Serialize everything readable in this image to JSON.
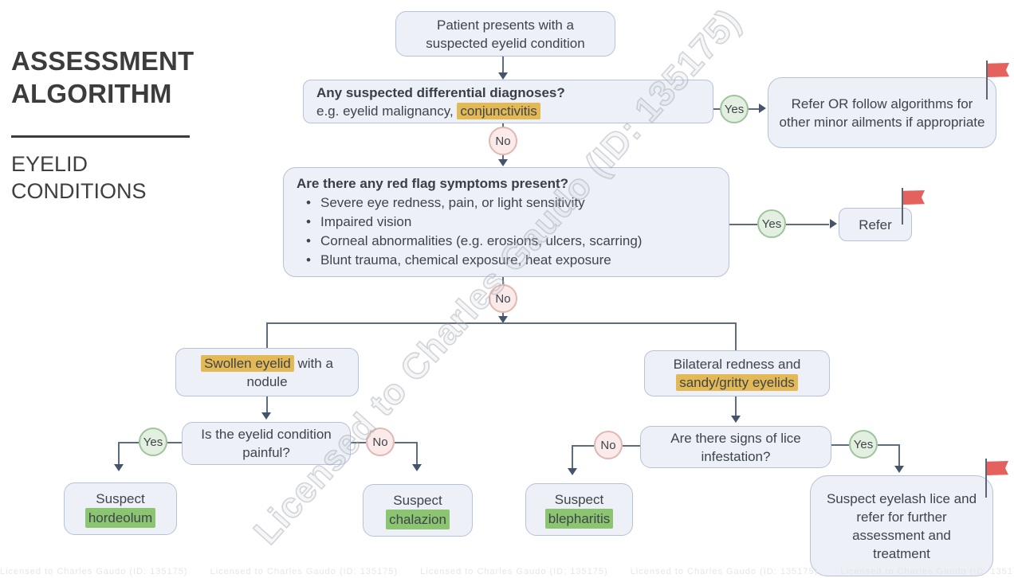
{
  "title": {
    "heading_line1": "ASSESSMENT",
    "heading_line2": "ALGORITHM",
    "subtitle_line1": "EYELID",
    "subtitle_line2": "CONDITIONS"
  },
  "watermark": {
    "text": "Licensed to Charles Gaudo (ID: 135175)"
  },
  "labels": {
    "yes": "Yes",
    "no": "No"
  },
  "colors": {
    "node_fill": "#edf0f6",
    "node_border": "#b6c2d9",
    "yes_fill": "#e3efe0",
    "yes_border": "#9dc49a",
    "no_fill": "#faeaea",
    "no_border": "#e2b6b2",
    "gold_highlight": "#e2b955",
    "green_highlight": "#8cc571",
    "flag_red": "#e4615d",
    "line": "#5e6d7d",
    "text": "#3f444b"
  },
  "nodes": {
    "start": {
      "text": "Patient presents with a suspected eyelid condition"
    },
    "differential": {
      "question": "Any suspected differential diagnoses?",
      "example_prefix": "e.g. eyelid malignancy, ",
      "example_highlight": "conjunctivitis"
    },
    "refer_or_follow": {
      "text": "Refer OR follow algorithms for other minor ailments if appropriate"
    },
    "red_flags": {
      "question": "Are there any red flag symptoms present?",
      "bullets": [
        "Severe eye redness, pain, or light sensitivity",
        "Impaired vision",
        "Corneal abnormalities (e.g. erosions, ulcers, scarring)",
        "Blunt trauma, chemical exposure, heat exposure"
      ]
    },
    "refer": {
      "text": "Refer"
    },
    "swollen_nodule": {
      "highlight": "Swollen eyelid",
      "rest": " with a nodule"
    },
    "painful": {
      "text": "Is the eyelid condition painful?"
    },
    "hordeolum": {
      "prefix": "Suspect",
      "highlight": "hordeolum"
    },
    "chalazion": {
      "prefix": "Suspect",
      "highlight": "chalazion"
    },
    "bilateral": {
      "prefix": "Bilateral redness and ",
      "highlight": "sandy/gritty eyelids"
    },
    "lice": {
      "text": "Are there signs of lice infestation?"
    },
    "blepharitis": {
      "prefix": "Suspect",
      "highlight": "blepharitis"
    },
    "eyelash_lice": {
      "text": "Suspect eyelash lice and refer for further assessment and treatment"
    }
  }
}
